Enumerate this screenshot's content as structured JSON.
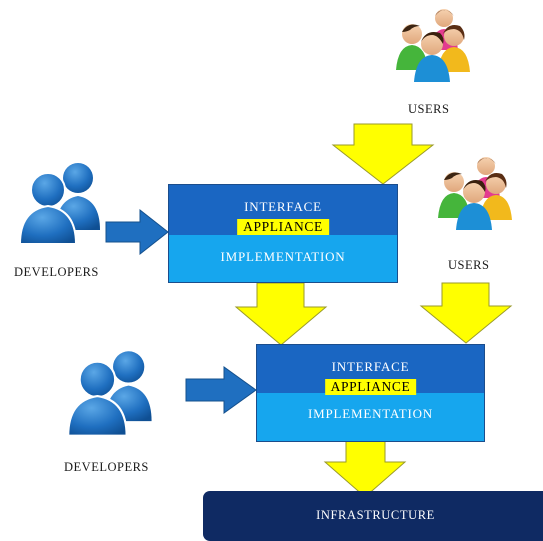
{
  "labels": {
    "users_top": "USERS",
    "users_right": "USERS",
    "developers_upper": "DEVELOPERS",
    "developers_lower": "DEVELOPERS",
    "infrastructure": "INFRASTRUCTURE"
  },
  "appliance_upper": {
    "interface": "INTERFACE",
    "appliance": "APPLIANCE",
    "implementation": "IMPLEMENTATION"
  },
  "appliance_lower": {
    "interface": "INTERFACE",
    "appliance": "APPLIANCE",
    "implementation": "IMPLEMENTATION"
  },
  "colors": {
    "interface_band": "#1a66c2",
    "implementation_band": "#16a6ee",
    "appliance_highlight": "#ffff00",
    "down_arrow_fill": "#ffff00",
    "side_arrow_fill": "#1f6fc0",
    "infrastructure_bar": "#0f2a63"
  },
  "icons": {
    "users": "users-group-icon",
    "developers": "developers-group-icon"
  }
}
